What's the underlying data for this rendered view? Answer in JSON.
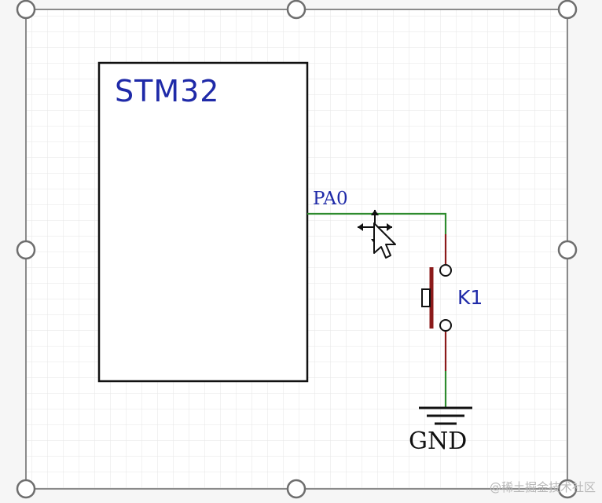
{
  "diagram": {
    "chip": {
      "label": "STM32"
    },
    "pin": {
      "label": "PA0"
    },
    "switch": {
      "label": "K1"
    },
    "ground": {
      "label": "GND"
    }
  },
  "watermark": {
    "text": "@稀土掘金技术社区"
  },
  "colors": {
    "label_blue": "#1f2aa8",
    "wire_green": "#2e8b2e",
    "wire_red": "#8b1a1a",
    "outline": "#111111",
    "handle": "#7a7a7a",
    "grid": "#e4e4e4"
  },
  "icons": {
    "move": "move-cursor-icon",
    "pointer": "arrow-cursor-icon"
  }
}
